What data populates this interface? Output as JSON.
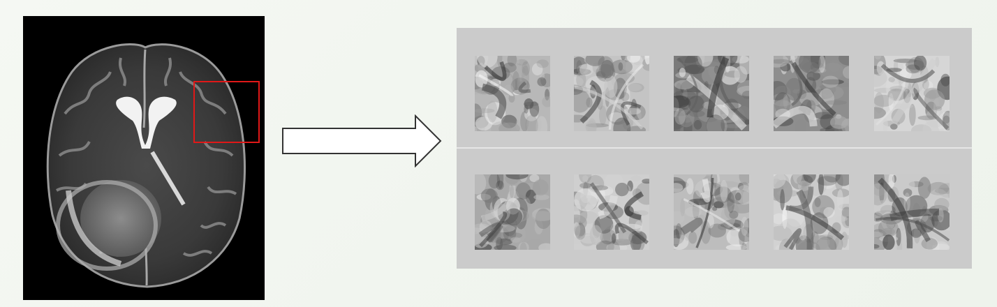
{
  "figure": {
    "source_image": {
      "name": "brain-mri-axial-t2-slice",
      "roi_color": "#e01818"
    },
    "arrow": {
      "direction": "right",
      "fill": "#ffffff",
      "stroke": "#333333"
    },
    "patch_grid": {
      "background": "#cbcbcb",
      "rows": 2,
      "columns": 5,
      "patches": [
        {
          "name": "patch-1-1",
          "shade": "#b8b8b8"
        },
        {
          "name": "patch-1-2",
          "shade": "#c4c4c4"
        },
        {
          "name": "patch-1-3",
          "shade": "#7a7a7a"
        },
        {
          "name": "patch-1-4",
          "shade": "#8e8e8e"
        },
        {
          "name": "patch-1-5",
          "shade": "#d6d6d6"
        },
        {
          "name": "patch-2-1",
          "shade": "#a9a9a9"
        },
        {
          "name": "patch-2-2",
          "shade": "#cfcfcf"
        },
        {
          "name": "patch-2-3",
          "shade": "#bdbdbd"
        },
        {
          "name": "patch-2-4",
          "shade": "#d2d2d2"
        },
        {
          "name": "patch-2-5",
          "shade": "#cacaca"
        }
      ]
    }
  }
}
